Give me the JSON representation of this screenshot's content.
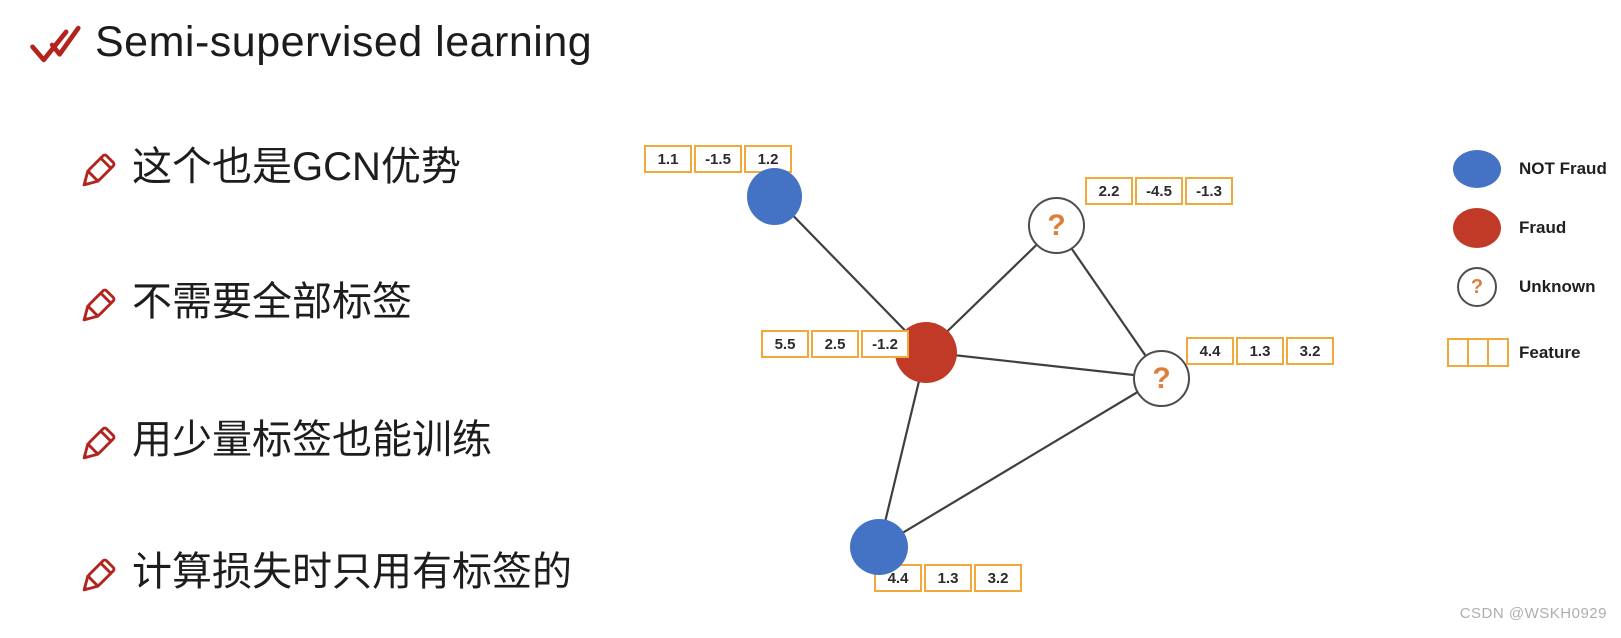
{
  "title": {
    "text": "Semi-supervised learning"
  },
  "bullets": [
    {
      "text": "这个也是GCN优势"
    },
    {
      "text": "不需要全部标签"
    },
    {
      "text": "用少量标签也能训练"
    },
    {
      "text": "计算损失时只用有标签的"
    }
  ],
  "graph": {
    "nodes": [
      {
        "id": "blue-top",
        "type": "not-fraud"
      },
      {
        "id": "unknown-top",
        "type": "unknown",
        "symbol": "?"
      },
      {
        "id": "fraud-center",
        "type": "fraud"
      },
      {
        "id": "unknown-right",
        "type": "unknown",
        "symbol": "?"
      },
      {
        "id": "blue-bottom",
        "type": "not-fraud"
      }
    ],
    "edges": [
      [
        "blue-top",
        "fraud-center"
      ],
      [
        "fraud-center",
        "unknown-top"
      ],
      [
        "unknown-top",
        "unknown-right"
      ],
      [
        "fraud-center",
        "unknown-right"
      ],
      [
        "fraud-center",
        "blue-bottom"
      ],
      [
        "blue-bottom",
        "unknown-right"
      ]
    ],
    "feature_groups": [
      {
        "node": "blue-top",
        "values": [
          "1.1",
          "-1.5",
          "1.2"
        ]
      },
      {
        "node": "unknown-top",
        "values": [
          "2.2",
          "-4.5",
          "-1.3"
        ]
      },
      {
        "node": "fraud-center",
        "values": [
          "5.5",
          "2.5",
          "-1.2"
        ]
      },
      {
        "node": "unknown-right",
        "values": [
          "4.4",
          "1.3",
          "3.2"
        ]
      },
      {
        "node": "blue-bottom",
        "values": [
          "4.4",
          "1.3",
          "3.2"
        ]
      }
    ]
  },
  "legend": {
    "items": [
      {
        "label": "NOT Fraud"
      },
      {
        "label": "Fraud"
      },
      {
        "label": "Unknown",
        "symbol": "?"
      },
      {
        "label": "Feature"
      }
    ]
  },
  "colors": {
    "not_fraud_blue": "#4472C4",
    "fraud_red": "#C13A27",
    "feature_border_orange": "#F2A93C",
    "question_mark_orange": "#DD7E3B",
    "icon_red": "#B3241F",
    "edge_gray": "#3F3F3F"
  },
  "watermark": {
    "text": "CSDN @WSKH0929"
  }
}
